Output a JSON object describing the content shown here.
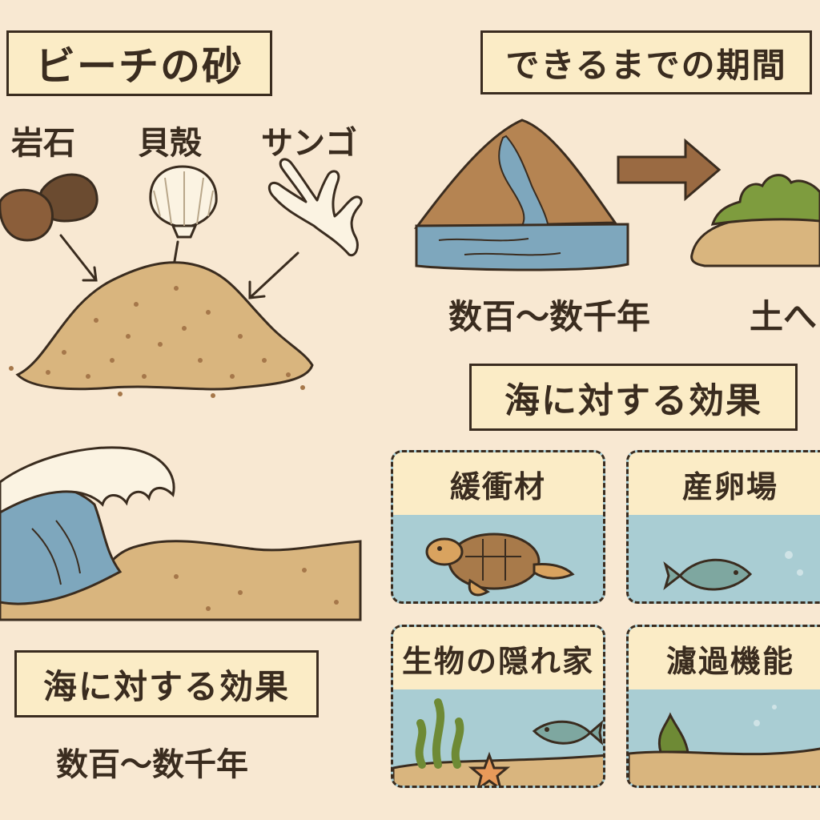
{
  "left": {
    "title": "ビーチの砂",
    "sources": [
      "岩石",
      "貝殻",
      "サンゴ"
    ],
    "bottom_title": "海に対する効果",
    "bottom_caption": "数百～数千年"
  },
  "right": {
    "period_title": "できるまでの期間",
    "period_caption": "数百～数千年",
    "period_result": "土へ",
    "effects_title": "海に対する効果",
    "effects": [
      "緩衝材",
      "産卵場",
      "生物の隠れ家",
      "濾過機能"
    ]
  }
}
